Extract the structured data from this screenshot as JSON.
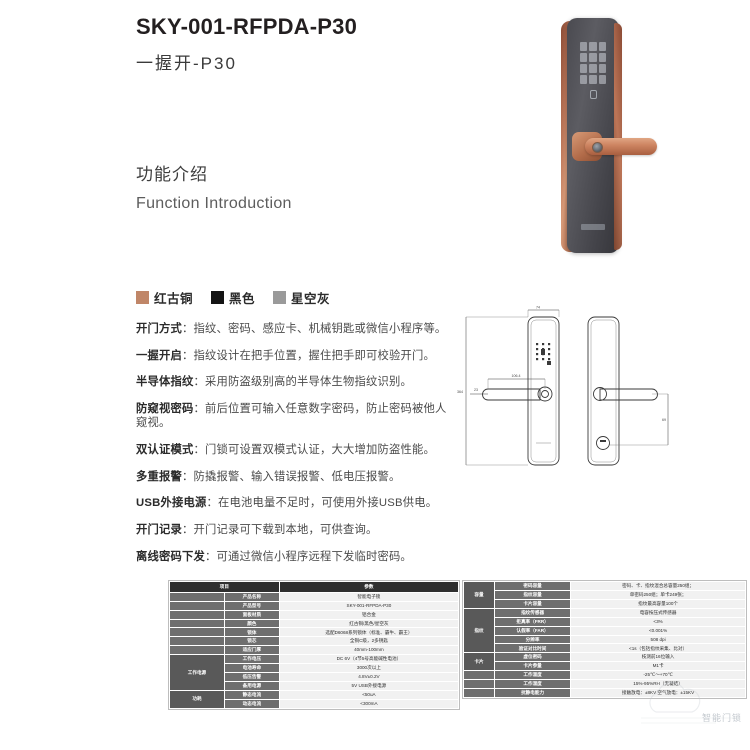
{
  "header": {
    "model_code": "SKY-001-RFPDA-P30",
    "model_name_cn": "一握开-P30"
  },
  "section": {
    "title_cn": "功能介绍",
    "title_en": "Function Introduction"
  },
  "colors": [
    {
      "label": "红古铜",
      "hex": "#c08668",
      "name": "red-bronze"
    },
    {
      "label": "黑色",
      "hex": "#141414",
      "name": "black"
    },
    {
      "label": "星空灰",
      "hex": "#9a9a9a",
      "name": "starry-gray"
    }
  ],
  "features": [
    {
      "key": "开门方式",
      "sep": "：",
      "desc": "指纹、密码、感应卡、机械钥匙或微信小程序等。"
    },
    {
      "key": "一握开启",
      "sep": "：",
      "desc": "指纹设计在把手位置，握住把手即可校验开门。"
    },
    {
      "key": "半导体指纹",
      "sep": "：",
      "desc": "采用防盗级别高的半导体生物指纹识别。"
    },
    {
      "key": "防窥视密码",
      "sep": "：",
      "desc": "前后位置可输入任意数字密码，防止密码被他人窥视。"
    },
    {
      "key": "双认证模式",
      "sep": "：",
      "desc": "门锁可设置双模式认证，大大增加防盗性能。"
    },
    {
      "key": "多重报警",
      "sep": "：",
      "desc": "防撬报警、输入错误报警、低电压报警。"
    },
    {
      "key": "USB外接电源",
      "sep": "：",
      "desc": "在电池电量不足时，可使用外接USB供电。"
    },
    {
      "key": "开门记录",
      "sep": "：",
      "desc": "开门记录可下载到本地，可供查询。"
    },
    {
      "key": "离线密码下发",
      "sep": "：",
      "desc": "可通过微信小程序远程下发临时密码。"
    }
  ],
  "spec_table_left": {
    "headers": [
      "项目",
      "参数"
    ],
    "rows": [
      {
        "group": "",
        "label": "产品名称",
        "value": "智能电子锁"
      },
      {
        "group": "",
        "label": "产品型号",
        "value": "SKY-001-RFPDA-P30"
      },
      {
        "group": "",
        "label": "面板材质",
        "value": "铝合金"
      },
      {
        "group": "",
        "label": "颜色",
        "value": "红古铜/黑色/星空灰"
      },
      {
        "group": "",
        "label": "锁体",
        "value": "选配D6068系列锁体（标准、霸牛、霸王）"
      },
      {
        "group": "",
        "label": "锁芯",
        "value": "全铜C级，2多钥匙"
      },
      {
        "group": "",
        "label": "适应门厚",
        "value": "40mm-100mm"
      },
      {
        "group": "工作电源",
        "label": "工作电压",
        "value": "DC 6V（4节5号高能碱性电池）"
      },
      {
        "group": "工作电源",
        "label": "电池寿命",
        "value": "3000次以上"
      },
      {
        "group": "工作电源",
        "label": "低压告警",
        "value": "4.8V±0.2V"
      },
      {
        "group": "工作电源",
        "label": "备用电源",
        "value": "5V USB外接电源"
      },
      {
        "group": "功耗",
        "label": "静态电流",
        "value": "<50uA"
      },
      {
        "group": "功耗",
        "label": "动态电流",
        "value": "<300mA"
      }
    ]
  },
  "spec_table_right": {
    "rows": [
      {
        "group": "容量",
        "label": "密码容量",
        "value": "密码、卡、指纹混合总容量250组；"
      },
      {
        "group": "容量",
        "label": "指纹容量",
        "value": "单密码250组；单卡249张；"
      },
      {
        "group": "容量",
        "label": "卡片容量",
        "value": "指纹最高容量100个"
      },
      {
        "group": "指纹",
        "label": "指纹传感器",
        "value": "电容按压式传感器"
      },
      {
        "group": "指纹",
        "label": "拒真率（FRR）",
        "value": "<3%"
      },
      {
        "group": "指纹",
        "label": "认假率（FAR）",
        "value": "<0.001%"
      },
      {
        "group": "指纹",
        "label": "分辨率",
        "value": "508 dpi"
      },
      {
        "group": "指纹",
        "label": "验证对比时间",
        "value": "<1s（包括指纹采集、比对）"
      },
      {
        "group": "卡片",
        "label": "虚位密码",
        "value": "枝测前16位输入"
      },
      {
        "group": "卡片",
        "label": "卡片参量",
        "value": "M1卡"
      },
      {
        "group": "",
        "label": "工作温度",
        "value": "-25℃～+70℃"
      },
      {
        "group": "",
        "label": "工作湿度",
        "value": "15%-95%RH（无凝结）"
      },
      {
        "group": "",
        "label": "抗静电能力",
        "value": "接触放电：±8KV 空气放电：±15KV"
      }
    ]
  },
  "watermark": {
    "label": "智能门锁"
  }
}
